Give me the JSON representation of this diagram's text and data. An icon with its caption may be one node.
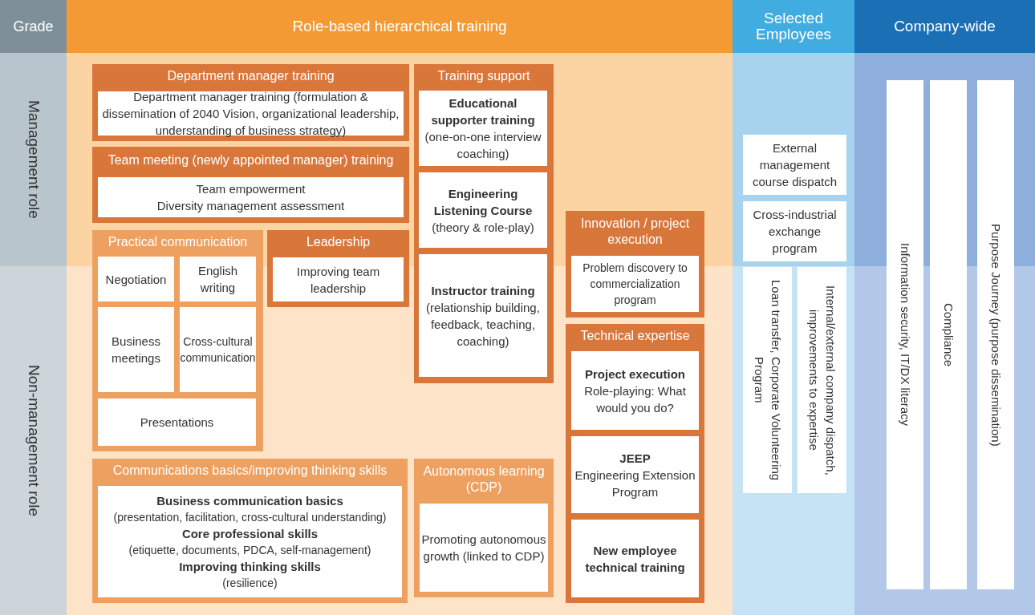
{
  "diagram": {
    "nodes": [
      {
        "text": [
          "Grade"
        ]
      },
      {
        "text": [
          "Role-based hierarchical training"
        ]
      },
      {
        "text": [
          "Selected Employees"
        ]
      },
      {
        "text": [
          "Company-wide"
        ]
      },
      {
        "text": [
          "Management role"
        ]
      },
      {
        "text": [
          "Non-management role"
        ]
      },
      {
        "text": [
          "Department manager training",
          "Department manager training (formulation & dissemination of 2040 Vision, organizational leadership, understanding of business strategy)"
        ],
        "in": 1
      },
      {
        "text": [
          "Training support"
        ],
        "in": 1
      },
      {
        "text": [
          "Educational supporter training",
          "(one-on-one interview coaching)"
        ],
        "in": 7
      },
      {
        "text": [
          "Engineering Listening Course",
          "(theory & role-play)"
        ],
        "in": 7
      },
      {
        "text": [
          "Instructor training",
          "(relationship building, feedback, teaching, coaching)"
        ],
        "in": 7
      },
      {
        "text": [
          "Team meeting (newly appointed manager) training",
          "Team empowerment",
          "Diversity management assessment"
        ],
        "in": 1
      },
      {
        "text": [
          "Practical communication"
        ],
        "in": 1
      },
      {
        "text": [
          "Negotiation"
        ],
        "in": 12
      },
      {
        "text": [
          "English writing"
        ],
        "in": 12
      },
      {
        "text": [
          "Business meetings"
        ],
        "in": 12
      },
      {
        "text": [
          "Cross-cultural communication"
        ],
        "in": 12
      },
      {
        "text": [
          "Presentations"
        ],
        "in": 12
      },
      {
        "text": [
          "Leadership",
          "Improving team leadership"
        ],
        "in": 1
      },
      {
        "text": [
          "Innovation / project execution",
          "Problem discovery to commercialization program"
        ],
        "in": 1
      },
      {
        "text": [
          "Technical expertise"
        ],
        "in": 1
      },
      {
        "text": [
          "Project execution",
          "Role-playing: What would you do?"
        ],
        "in": 20
      },
      {
        "text": [
          "JEEP",
          "Engineering Extension Program"
        ],
        "in": 20
      },
      {
        "text": [
          "New employee technical training"
        ],
        "in": 20
      },
      {
        "text": [
          "Communications basics/improving thinking skills",
          "Business communication basics",
          "(presentation, facilitation, cross-cultural understanding)",
          "Core professional skills",
          "(etiquette, documents, PDCA, self-management)",
          "Improving thinking skills",
          "(resilience)"
        ],
        "in": 1
      },
      {
        "text": [
          "Autonomous learning (CDP)",
          "Promoting autonomous growth (linked to CDP)"
        ],
        "in": 1
      },
      {
        "text": [
          "External management course dispatch"
        ],
        "in": 2
      },
      {
        "text": [
          "Cross-industrial exchange program"
        ],
        "in": 2
      },
      {
        "text": [
          "Loan transfer, Corporate Volunteering Program"
        ],
        "in": 2
      },
      {
        "text": [
          "Internal/external company dispatch, improvements to expertise"
        ],
        "in": 2
      },
      {
        "text": [
          "Information security, IT/DX literacy"
        ],
        "in": 3
      },
      {
        "text": [
          "Compliance"
        ],
        "in": 3
      },
      {
        "text": [
          "Purpose Journey (purpose dissemination)"
        ],
        "in": 3
      }
    ]
  }
}
